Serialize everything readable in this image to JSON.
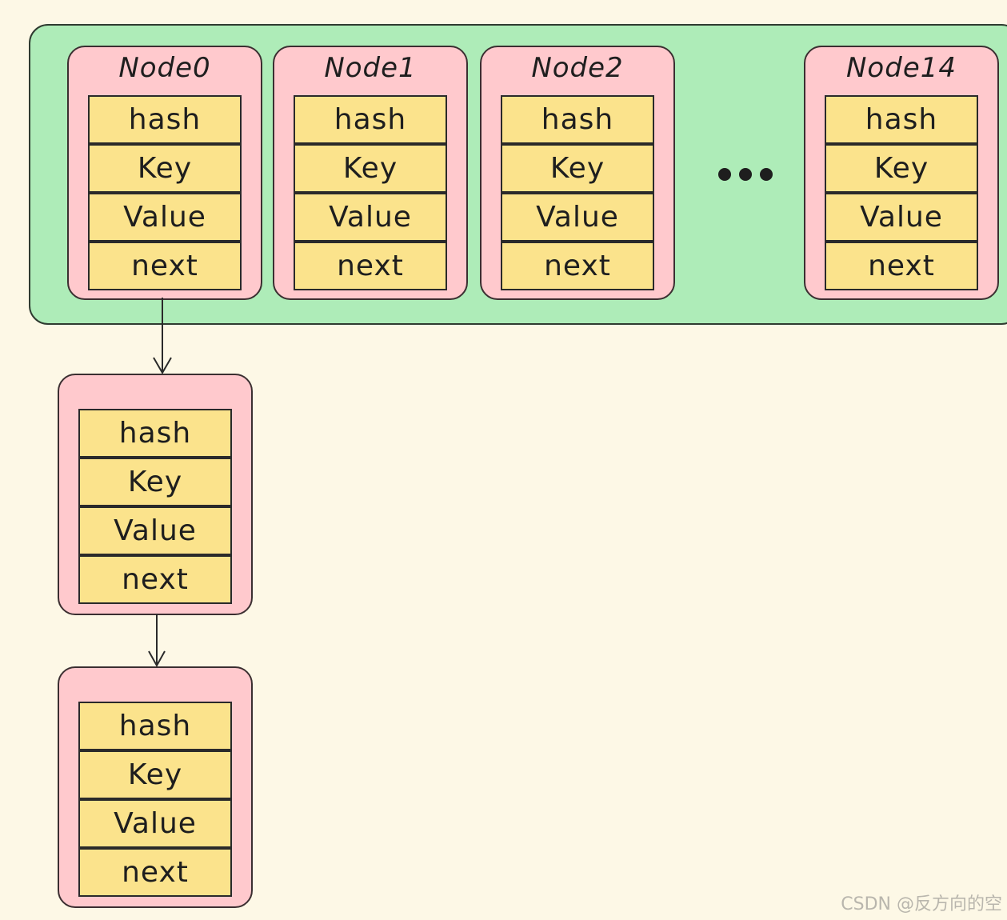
{
  "array_nodes": [
    {
      "title": "Node0",
      "fields": [
        "hash",
        "Key",
        "Value",
        "next"
      ]
    },
    {
      "title": "Node1",
      "fields": [
        "hash",
        "Key",
        "Value",
        "next"
      ]
    },
    {
      "title": "Node2",
      "fields": [
        "hash",
        "Key",
        "Value",
        "next"
      ]
    },
    {
      "title": "Node14",
      "fields": [
        "hash",
        "Key",
        "Value",
        "next"
      ]
    }
  ],
  "chain_nodes": [
    {
      "fields": [
        "hash",
        "Key",
        "Value",
        "next"
      ]
    },
    {
      "fields": [
        "hash",
        "Key",
        "Value",
        "next"
      ]
    }
  ],
  "watermark": "CSDN @反方向的空",
  "colors": {
    "background": "#fdf8e6",
    "array_fill": "#aeecb8",
    "node_fill": "#ffc9cd",
    "field_fill": "#fbe38c",
    "stroke": "#2a2a2a"
  }
}
